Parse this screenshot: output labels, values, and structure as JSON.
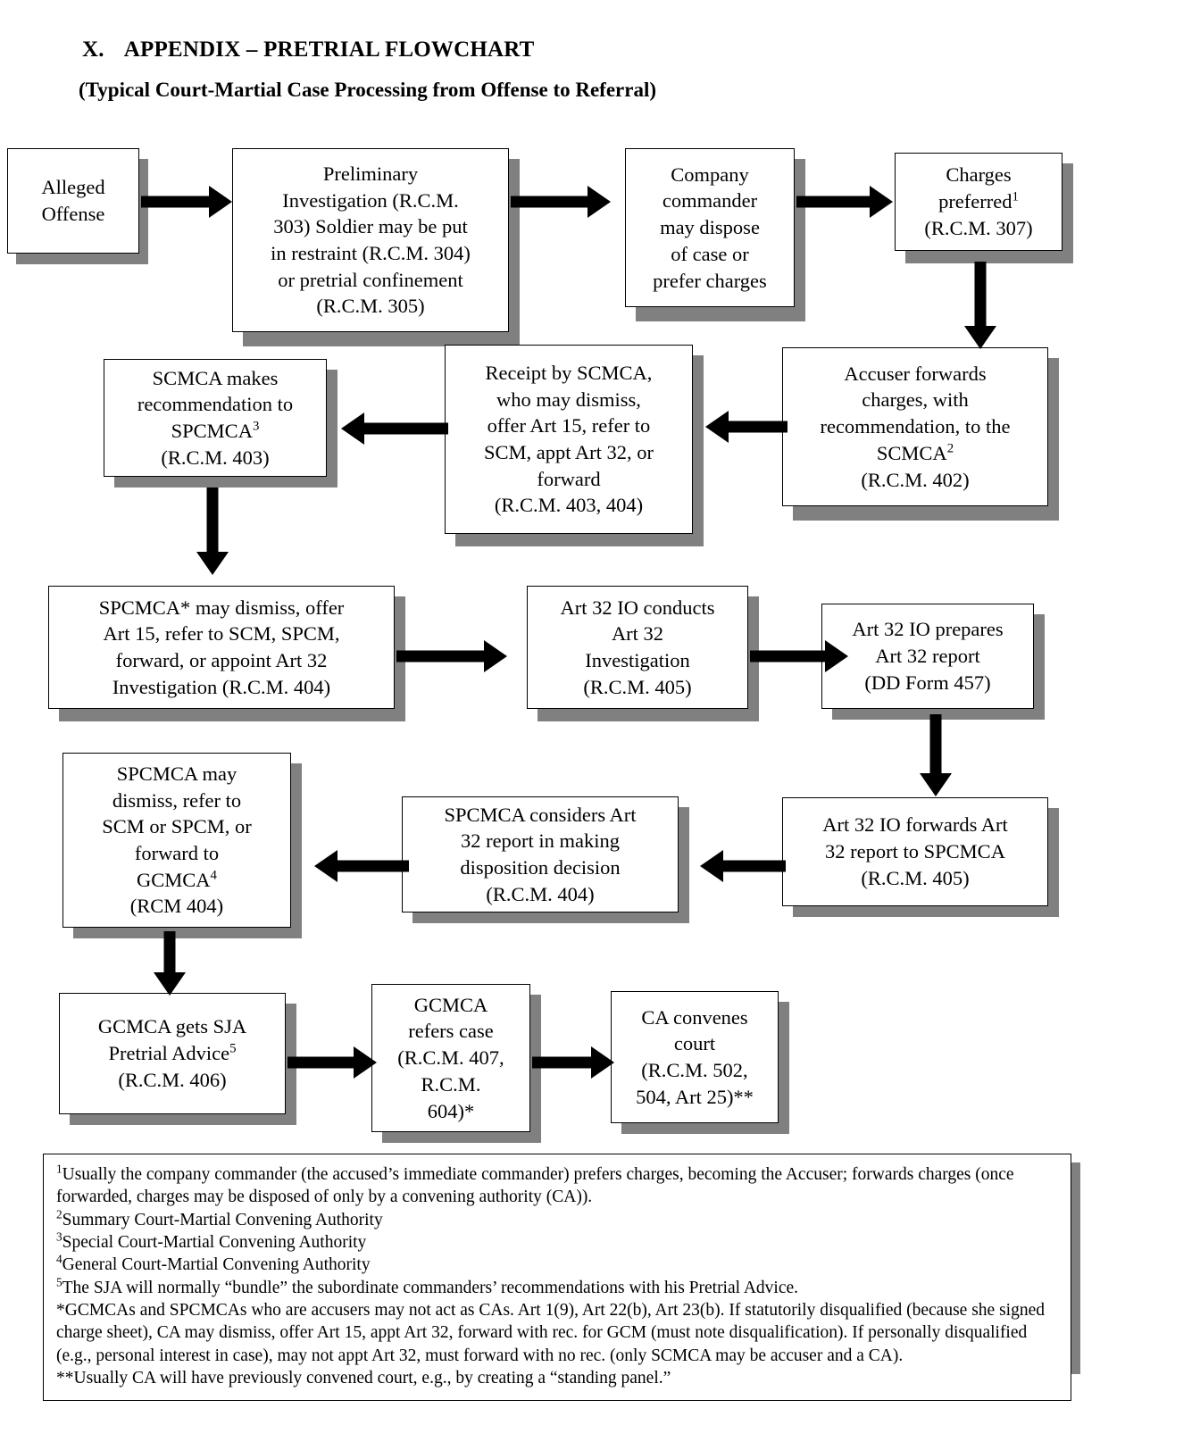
{
  "heading": {
    "numeral": "X.",
    "title": "APPENDIX – PRETRIAL FLOWCHART",
    "subtitle": "(Typical Court-Martial Case Processing from Offense to Referral)"
  },
  "colors": {
    "box_border": "#000000",
    "box_fill": "#ffffff",
    "shadow": "#808080",
    "text": "#000000",
    "arrow": "#000000"
  },
  "nodes": {
    "alleged_offense": "Alleged\nOffense",
    "preliminary_investigation": "Preliminary\nInvestigation (R.C.M.\n303) Soldier may be put\nin restraint (R.C.M. 304)\nor pretrial confinement\n(R.C.M. 305)",
    "company_commander": "Company\ncommander\nmay dispose\nof case or\nprefer charges",
    "charges_preferred_line1": "Charges",
    "charges_preferred_line2": "preferred",
    "charges_preferred_sup": "1",
    "charges_preferred_line3": "(R.C.M. 307)",
    "accuser_forwards_line1": "Accuser forwards",
    "accuser_forwards_line2": "charges, with",
    "accuser_forwards_line3": "recommendation, to the",
    "accuser_forwards_line4": "SCMCA",
    "accuser_forwards_sup": "2",
    "accuser_forwards_line5": "(R.C.M. 402)",
    "receipt_by_scmca": "Receipt by SCMCA,\nwho may dismiss,\noffer Art 15, refer to\nSCM, appt Art 32, or\nforward\n(R.C.M. 403, 404)",
    "scmca_recommendation_line1": "SCMCA makes",
    "scmca_recommendation_line2": "recommendation to",
    "scmca_recommendation_line3": "SPCMCA",
    "scmca_recommendation_sup": "3",
    "scmca_recommendation_line4": "(R.C.M. 403)",
    "spcmca_may_dismiss": "SPCMCA* may dismiss, offer\nArt 15, refer to SCM, SPCM,\nforward, or appoint Art 32\nInvestigation (R.C.M. 404)",
    "art32_io_conducts": "Art 32 IO conducts\nArt 32\nInvestigation\n(R.C.M. 405)",
    "art32_io_prepares": "Art 32 IO prepares\nArt 32 report\n(DD Form 457)",
    "art32_io_forwards": "Art 32 IO forwards Art\n32 report to SPCMCA\n(R.C.M. 405)",
    "spcmca_considers": "SPCMCA considers Art\n32 report in making\ndisposition decision\n(R.C.M. 404)",
    "spcmca_may_dismiss2_line1": "SPCMCA may",
    "spcmca_may_dismiss2_line2": "dismiss, refer to",
    "spcmca_may_dismiss2_line3": "SCM or SPCM, or",
    "spcmca_may_dismiss2_line4": "forward to",
    "spcmca_may_dismiss2_line5": "GCMCA",
    "spcmca_may_dismiss2_sup": "4",
    "spcmca_may_dismiss2_line6": "(RCM 404)",
    "gcmca_sja_line1": "GCMCA gets SJA",
    "gcmca_sja_line2": "Pretrial Advice",
    "gcmca_sja_sup": "5",
    "gcmca_sja_line3": "(R.C.M. 406)",
    "gcmca_refers": "GCMCA\nrefers case\n(R.C.M. 407,\nR.C.M.\n604)*",
    "ca_convenes": "CA convenes\ncourt\n(R.C.M. 502,\n504, Art 25)**"
  },
  "footnotes": {
    "n1_marker": "1",
    "n1_text": "Usually the company commander (the accused’s immediate commander) prefers charges, becoming the Accuser; forwards charges (once forwarded, charges may be disposed of only by a convening authority (CA)).",
    "n2_marker": "2",
    "n2_text": "Summary Court-Martial Convening Authority",
    "n3_marker": "3",
    "n3_text": "Special Court-Martial Convening Authority",
    "n4_marker": "4",
    "n4_text": "General Court-Martial Convening Authority",
    "n5_marker": "5",
    "n5_text": "The SJA will normally “bundle” the subordinate commanders’ recommendations with his Pretrial Advice.",
    "star_text": "*GCMCAs and SPCMCAs who are accusers may not act as CAs.  Art 1(9), Art 22(b), Art 23(b).  If statutorily disqualified (because she signed charge sheet), CA may dismiss, offer Art 15, appt Art 32, forward with rec. for GCM (must note disqualification).  If personally disqualified (e.g., personal interest in case), may not appt Art 32, must forward with no rec. (only SCMCA may be accuser and a CA).",
    "doublestar_text": "**Usually CA will have previously convened court, e.g., by creating a “standing panel.”"
  }
}
